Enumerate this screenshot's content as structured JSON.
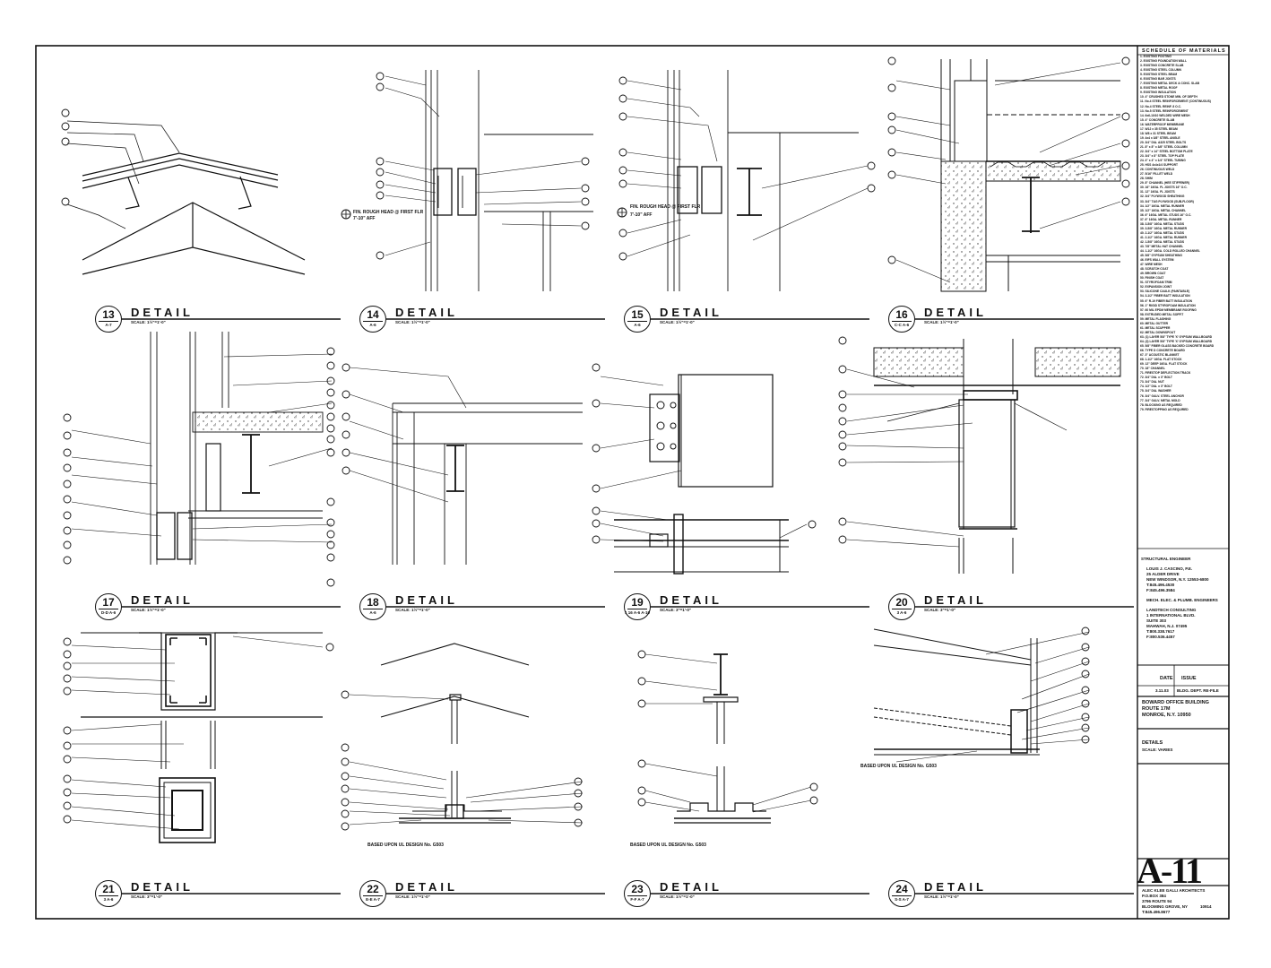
{
  "schedule": {
    "title": "SCHEDULE OF MATERIALS",
    "items": [
      "1. EXISTING FOOTING",
      "2. EXISTING FOUNDATION WALL",
      "3. EXISTING CONCRETE SLAB",
      "4. EXISTING STEEL COLUMN",
      "5. EXISTING STEEL BEAM",
      "6. EXISTING BAR JOISTS",
      "7. EXISTING METAL DECK & CONC. SLAB",
      "8. EXISTING METAL ROOF",
      "9. EXISTING INSULATION",
      "10. 4\" CRUSHED STONE MIN. OF DEPTH",
      "11. No.4 STEEL REINFORCEMENT (CONTINUOUS)",
      "12. No.4 STEEL REINF. 8 O.C.",
      "13. No.5 STEEL REINFORCEMENT",
      "14. 6x6-10/10 WELDED WIRE MESH",
      "15. 4\" CONCRETE SLAB",
      "16. WATERPROOF MEMBRANE",
      "17. W12 x 35 STEEL BEAM",
      "18. W8 x 31 STEEL BEAM",
      "19. 4x4 x 3/8\" STEEL ANGLE",
      "20. 3/4\" DIA. A325 STEEL BOLTS",
      "21. 8\" x 8\" x 3/8\" STEEL COLUMN",
      "22. 3/4\" x 14\" STEEL BOTTOM PLATE",
      "23. 3/4\" x 8\" STEEL TOP PLATE",
      "24. 4\" x 4\" x 1/4\" STEEL TUBING",
      "25. HSS 4x4x1/4 SUPPORT",
      "26. CONTINUOUS WELD",
      "27. 5/16\" FILLET WELD",
      "28. SHIM",
      "29. 8\" CHANNEL (HEE STIFFENER)",
      "30. 16\" 16GA. FL JOISTS 16\" O.C.",
      "31. 12\" 16GA. FL JOISTS",
      "32. 3/4\" PLYWOOD SHEATHING",
      "33. 3/4\" T&G PLYWOOD (SUB-FLOOR)",
      "34. 1/2\" 16GA. METAL RUNNER",
      "35. 1/2\" 16GA. METAL CHANNEL",
      "36. 6\" 16GA. METAL STUDS 16\" O.C.",
      "37. 6\" 16GA. METAL RUNNER",
      "38. 3-5/8\" 16GA. METAL STUDS",
      "39. 3-5/8\" 16GA. METAL RUNNER",
      "40. 2-1/2\" 16GA. METAL STUDS",
      "41. 2-1/2\" 16GA. METAL RUNNER",
      "42. 1-5/8\" 16GA. METAL STUDS",
      "43. 7/8\" METAL HAT CHANNEL",
      "44. 1-1/2\" 16GA. COLD ROLLED CHANNEL",
      "45. 5/8\" GYPSUM SHEATHING",
      "46. EIFS WALL SYSTEM",
      "47. WIRE MESH",
      "48. SCRATCH COAT",
      "49. BROWN COAT",
      "50. FINISH COAT",
      "51. STYROFOAM TRIM",
      "52. EXPANSION JOINT",
      "53. SILICONE CAULK (PAINTABLE)",
      "54. 3-1/2\" FIBER BATT INSULATION",
      "55. 6\" R-19 FIBER BATT INSULATION",
      "56. 1\" RIGID STYROFOAM INSULATION",
      "57. 60 MIL EPDM MEMBRANE ROOFING",
      "58. EXTRUDED METAL SOFFIT",
      "59. METAL FLASHING",
      "60. METAL GUTTER",
      "61. METAL SCUPPER",
      "62. METAL DOWNSPOUT",
      "63. (1) LAYER 5/8\" TYPE 'X' GYPSUM WALLBOARD",
      "64. (2) LAYER 5/8\" TYPE 'X' GYPSUM WALLBOARD",
      "65. 5/8\" FIBER GLASS BACKED CONCRETE BOARD",
      "66. TYPE D CONCRETE BOARD",
      "67. 3\" ACOUSTIC BLANKET",
      "68. 1-1/2\" 16GA. FLAT STOCK",
      "69. 12\" DEEP 16GA. FLAT STOCK",
      "70. 18\" CHANNEL",
      "71. FIRESTOP DEFLECTION TRACK",
      "72. 3/4\" DIA. x 3\" BOLT",
      "73. 3/4\" DIA. NUT",
      "74. 1/2\" DIA. x 3\" BOLT",
      "75. 3/4\" DIA. WASHER",
      "76. 3/4\" GALV. STEEL ANCHOR",
      "77. 3/4\" GALV. METAL MOLD",
      "78. BLOCKING AS REQUIRED",
      "79. FIRESTOPPING AS REQUIRED"
    ]
  },
  "details": [
    {
      "num": "13",
      "ref": "A-7",
      "word": "DETAIL",
      "scale": "SCALE: 1½\"=1'-0\""
    },
    {
      "num": "14",
      "ref": "A-6",
      "word": "DETAIL",
      "scale": "SCALE: 1½\"=1'-0\""
    },
    {
      "num": "15",
      "ref": "A-6",
      "word": "DETAIL",
      "scale": "SCALE: 1½\"=1'-0\""
    },
    {
      "num": "16",
      "ref": "C-C A-6",
      "word": "DETAIL",
      "scale": "SCALE: 1½\"=1'-0\""
    },
    {
      "num": "17",
      "ref": "D-D A-6",
      "word": "DETAIL",
      "scale": "SCALE: 1½\"=1'-0\""
    },
    {
      "num": "18",
      "ref": "A-6",
      "word": "DETAIL",
      "scale": "SCALE: 1½\"=1'-0\""
    },
    {
      "num": "19",
      "ref": "1 16 A-6 A-10",
      "word": "DETAIL",
      "scale": "SCALE: 3\"=1'-0\""
    },
    {
      "num": "20",
      "ref": "3 A-6",
      "word": "DETAIL",
      "scale": "SCALE: 3\"=1'-0\""
    },
    {
      "num": "21",
      "ref": "3 A-6",
      "word": "DETAIL",
      "scale": "SCALE: 3\"=1'-0\""
    },
    {
      "num": "22",
      "ref": "E-E A-7",
      "word": "DETAIL",
      "scale": "SCALE: 1½\"=1'-0\""
    },
    {
      "num": "23",
      "ref": "F-F A-7",
      "word": "DETAIL",
      "scale": "SCALE: 1½\"=1'-0\""
    },
    {
      "num": "24",
      "ref": "S-S A-7",
      "word": "DETAIL",
      "scale": "SCALE: 1½\"=1'-0\""
    }
  ],
  "notes": {
    "fin_head_1": "FIN. ROUGH HEAD @ FIRST FLR",
    "fin_head_1b": "7'-10\" AFF",
    "fin_head_2": "FIN. ROUGH HEAD @ FIRST FLR",
    "fin_head_2b": "7'-10\" AFF",
    "ul_22": "BASED UPON UL DESIGN No. G503",
    "ul_23": "BASED UPON UL DESIGN No. G503",
    "ul_24": "BASED UPON UL DESIGN No. G503"
  },
  "titleblock": {
    "structural_label": "STRUCTURAL ENGINEER",
    "structural_name": "LOUIS J. CASCINO, P.E.",
    "structural_addr1": "25 ALDER DRIVE",
    "structural_addr2": "NEW WINDSOR, N.Y. 12553-6800",
    "structural_tel": "T:845.496.4530",
    "structural_fax": "F:845.496.3584",
    "mep_label": "MECH. ELEC. & PLUMB. ENGINEERS",
    "mep_name": "LANDTECH CONSULTING",
    "mep_addr1": "1 INTERNATIONAL BLVD.",
    "mep_addr2": "SUITE 303",
    "mep_addr3": "MAHWAH, N.J. 07495",
    "mep_tel": "T:800.338.7617",
    "mep_fax": "F:800.536.4457",
    "date_header": "DATE",
    "issue_header": "ISSUE",
    "issue_date": "3.11.03",
    "issue_text": "BLDG. DEPT. RE-FILE",
    "project1": "BOWARD OFFICE BUILDING",
    "project2": "ROUTE 17M",
    "project3": "MONROE, N.Y. 10950",
    "sheet_title": "DETAILS",
    "sheet_scale": "SCALE: VARIES",
    "sheet_number": "A-11",
    "arch1": "ALEC KLEE GALLI ARCHITECTS",
    "arch2": "P.O.BOX 384",
    "arch3": "3796 ROUTE 94",
    "arch4": "BLOOMING GROVE, NY",
    "arch_zip": "10914",
    "arch5": "T:845.496.8677"
  }
}
